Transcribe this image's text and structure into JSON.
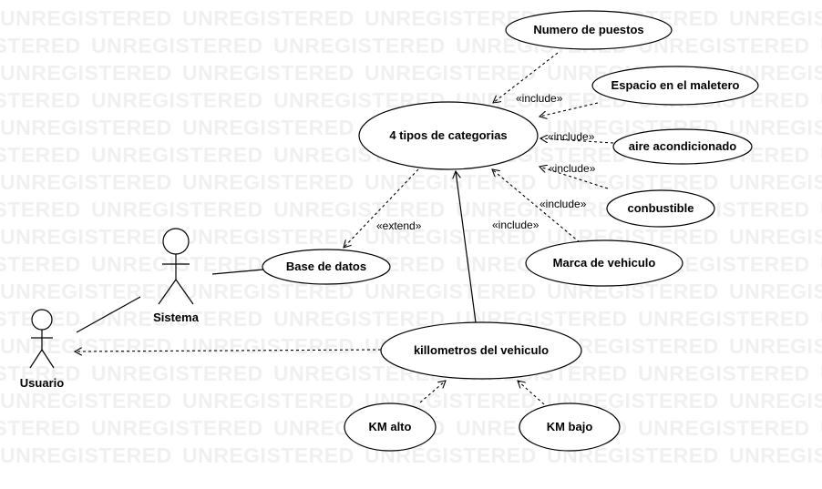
{
  "watermark": "UNREGISTERED",
  "actors": [
    {
      "id": "usuario",
      "label": "Usuario"
    },
    {
      "id": "sistema",
      "label": "Sistema"
    }
  ],
  "use_cases": [
    {
      "id": "numero-puestos",
      "label": "Numero de puestos"
    },
    {
      "id": "espacio-maletero",
      "label": "Espacio en el maletero"
    },
    {
      "id": "tipos-categorias",
      "label": "4 tipos de categorias"
    },
    {
      "id": "aire-acondicionado",
      "label": "aire acondicionado"
    },
    {
      "id": "conbustible",
      "label": "conbustible"
    },
    {
      "id": "marca-vehiculo",
      "label": "Marca de vehiculo"
    },
    {
      "id": "base-datos",
      "label": "Base de datos"
    },
    {
      "id": "km-vehiculo",
      "label": "killometros del vehiculo"
    },
    {
      "id": "km-alto",
      "label": "KM alto"
    },
    {
      "id": "km-bajo",
      "label": "KM bajo"
    }
  ],
  "relations": [
    {
      "id": "numero-puestos",
      "from": "numero-puestos",
      "to": "tipos-categorias",
      "type": "dependency",
      "label": "«include»"
    },
    {
      "id": "espacio-maletero",
      "from": "espacio-maletero",
      "to": "tipos-categorias",
      "type": "dependency",
      "label": ""
    },
    {
      "id": "aire-acondicionado",
      "from": "aire-acondicionado",
      "to": "tipos-categorias",
      "type": "dependency",
      "label": "«include»"
    },
    {
      "id": "conbustible",
      "from": "conbustible",
      "to": "tipos-categorias",
      "type": "dependency",
      "label": "«include»"
    },
    {
      "id": "marca-vehiculo",
      "from": "marca-vehiculo",
      "to": "tipos-categorias",
      "type": "dependency",
      "label": "«include»"
    },
    {
      "id": "extend",
      "from": "tipos-categorias",
      "to": "base-datos",
      "type": "dependency",
      "label": "«extend»"
    },
    {
      "id": "km-to-categorias",
      "from": "km-vehiculo",
      "to": "tipos-categorias",
      "type": "association",
      "label": "«include»"
    },
    {
      "id": "sistema-base",
      "from": "sistema",
      "to": "base-datos",
      "type": "association",
      "label": ""
    },
    {
      "id": "usuario-sistema",
      "from": "usuario",
      "to": "sistema",
      "type": "association",
      "label": ""
    },
    {
      "id": "km-to-usuario",
      "from": "km-vehiculo",
      "to": "usuario",
      "type": "dependency",
      "label": ""
    },
    {
      "id": "km-alto",
      "from": "km-alto",
      "to": "km-vehiculo",
      "type": "dependency",
      "label": ""
    },
    {
      "id": "km-bajo",
      "from": "km-bajo",
      "to": "km-vehiculo",
      "type": "dependency",
      "label": ""
    }
  ]
}
